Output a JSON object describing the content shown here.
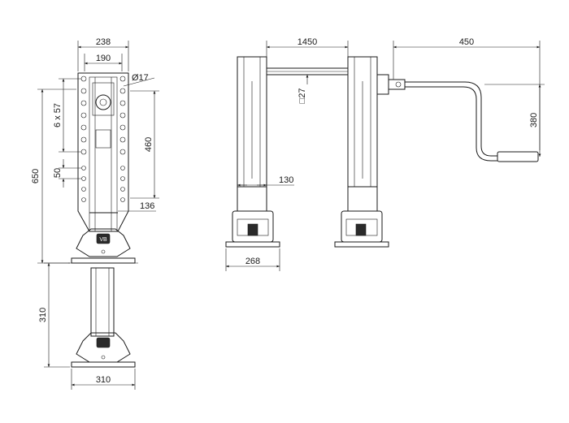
{
  "dimensions": {
    "top_width": "238",
    "inner_width": "190",
    "hole_diameter": "Ø17",
    "hole_pattern": "6 x 57",
    "overall_height": "650",
    "inner_height": "460",
    "hole_spacing": "50",
    "lower_width": "136",
    "foot_extension": "310",
    "foot_width": "310",
    "shaft_length": "1450",
    "shaft_section": "□27",
    "column_width": "130",
    "base_width": "268",
    "handle_length": "450",
    "handle_height": "380"
  },
  "logos": {
    "brand_mark": "VB"
  }
}
